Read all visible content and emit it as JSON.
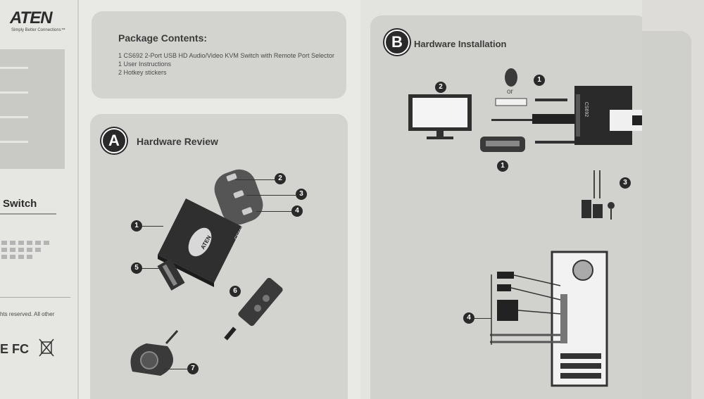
{
  "left_panel": {
    "brand": "ATEN",
    "tagline": "Simply Better Connections™",
    "title_fragment": "Switch",
    "copyright": "hts reserved. All other",
    "marks": "E FC"
  },
  "package": {
    "heading": "Package Contents:",
    "items": [
      "1 CS692 2-Port USB HD Audio/Video KVM Switch with Remote Port Selector",
      "1 User Instructions",
      "2 Hotkey stickers"
    ]
  },
  "section_a": {
    "letter": "A",
    "heading": "Hardware Review",
    "device_label": "CS692",
    "logo": "ATEN",
    "callouts": [
      "1",
      "2",
      "3",
      "4",
      "5",
      "6",
      "7"
    ]
  },
  "section_b": {
    "letter": "B",
    "heading": "Hardware Installation",
    "or_label": "or",
    "device_label": "CS692",
    "callouts": [
      "2",
      "1",
      "1",
      "4",
      "3",
      "4"
    ]
  }
}
